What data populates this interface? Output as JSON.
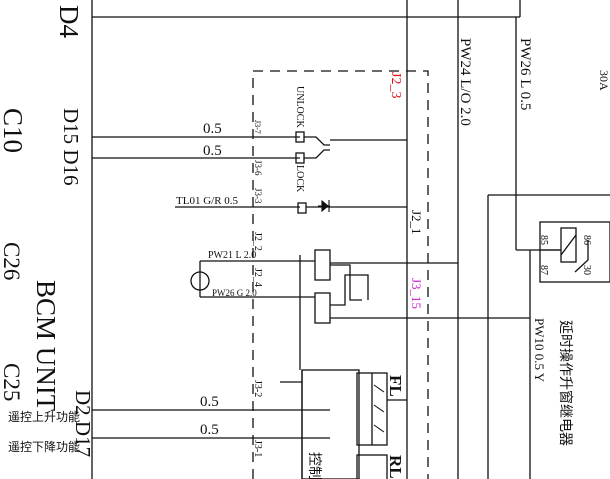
{
  "side_labels": {
    "d4": "D4",
    "c10": "C10",
    "d15_d16": "D15 D16",
    "c26": "C26",
    "bcm_unit": "BCM UNIT",
    "c25": "C25",
    "d2_d17": "D2 D17"
  },
  "wire_labels": {
    "w1": "0.5",
    "w2": "0.5",
    "tl01": "TL01 G/R 0.5",
    "pw21": "PW21 L 2.0",
    "pw26g": "PW26 G 2.0",
    "w_up": "0.5",
    "w_down": "0.5",
    "pw24": "PW24 L/O 2.0",
    "pw26l": "PW26 L 0.5",
    "pw10": "PW10 0.5 Y",
    "top_right": "30A"
  },
  "pin_labels": {
    "j3_7": "J3-7",
    "j3_6": "J3-6",
    "j3_3": "J3-3",
    "j2_2": "J2_2",
    "j2_4": "J2_4",
    "j3_2": "J3-2",
    "j3_1": "J3-1"
  },
  "connector_labels": {
    "j2_3": "J2_3",
    "j2_1": "J2_1",
    "j3_15": "J3_15"
  },
  "switch_labels": {
    "unlock": "UNLOCK",
    "lock": "LOCK"
  },
  "relay_pins": {
    "p85": "85",
    "p86": "86",
    "p87": "87",
    "p30": "30"
  },
  "relay_name": "延时操作升窗继电器",
  "remote_up": "遥控上升功能",
  "remote_down": "遥控下降功能",
  "controller": {
    "fl": "FL",
    "rl": "RL",
    "box_text": "控制"
  },
  "colors": {
    "line": "#111111",
    "connector_red": "#e0151b",
    "connector_magenta": "#cc22cc"
  }
}
